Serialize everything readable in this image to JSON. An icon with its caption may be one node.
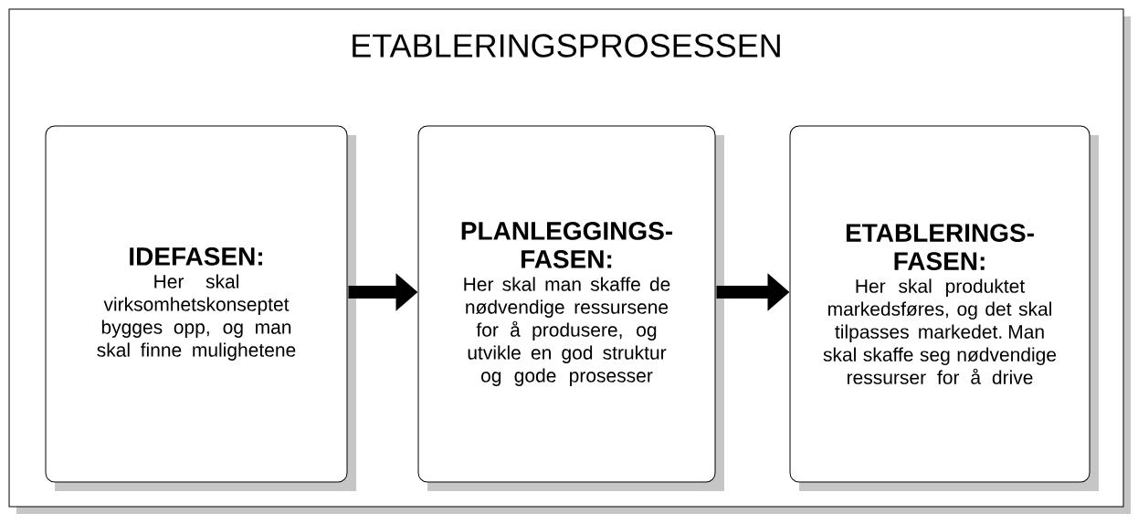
{
  "diagram": {
    "title": "ETABLERINGSPROSESSEN",
    "nodes": [
      {
        "text": [
          "IDEFASEN:",
          "Her skal virksomhetskonseptet bygges opp, og man skal finne mulighetene"
        ]
      },
      {
        "text": [
          "PLANLEGGINGS-FASEN:",
          "Her skal man skaffe de nødvendige ressursene for å produsere, og utvikle en god struktur og gode prosesser"
        ]
      },
      {
        "text": [
          "ETABLERINGS-FASEN:",
          "Her skal produktet markedsføres, og det skal tilpasses markedet. Man skal skaffe seg nødvendige ressurser for å drive"
        ]
      }
    ],
    "edges": [
      {
        "from": 0,
        "to": 1,
        "arrow": "to"
      },
      {
        "from": 1,
        "to": 2,
        "arrow": "to"
      }
    ]
  }
}
